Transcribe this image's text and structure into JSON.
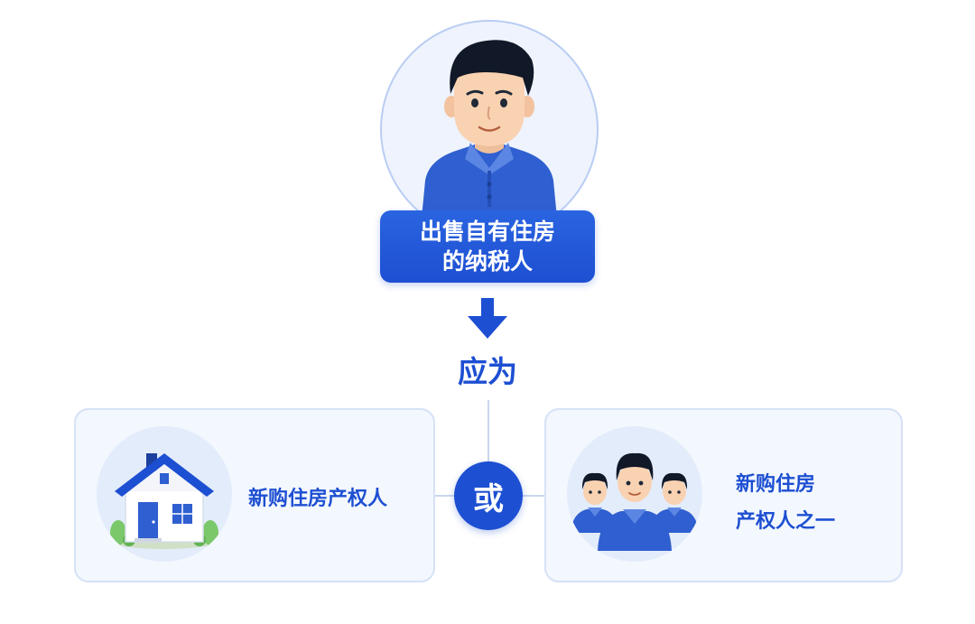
{
  "top": {
    "role_line1": "出售自有住房",
    "role_line2": "的纳税人"
  },
  "middle": {
    "shall_label": "应为"
  },
  "left_option": {
    "label": "新购住房产权人"
  },
  "right_option": {
    "label_line1": "新购住房",
    "label_line2": "产权人之一"
  },
  "connector": {
    "or_label": "或"
  },
  "icons": {
    "person": "person-avatar-icon",
    "arrow": "arrow-down-icon",
    "house": "house-icon",
    "group": "people-group-icon"
  },
  "colors": {
    "primary": "#1d4fd2",
    "panel_bg": "#f3f7fe",
    "panel_border": "#d6e2f6",
    "shirt": "#2f5fd0",
    "hair": "#111827",
    "skin": "#f9d2b2"
  }
}
